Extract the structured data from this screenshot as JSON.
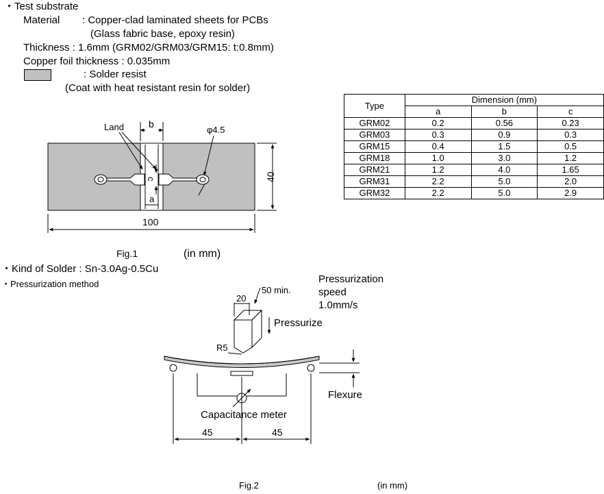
{
  "test_substrate": {
    "heading": "・Test substrate",
    "material_label": "Material",
    "material_value": ": Copper-clad laminated sheets for PCBs",
    "material_note": "(Glass fabric base, epoxy resin)",
    "thickness": "Thickness : 1.6mm (GRM02/GRM03/GRM15: t:0.8mm)",
    "copper_foil": "Copper foil thickness  : 0.035mm",
    "solder_resist_label": ": Solder resist",
    "solder_resist_note": "(Coat with heat resistant resin for solder)"
  },
  "fig1": {
    "land_label": "Land",
    "b_label": "b",
    "phi_label": "φ4.5",
    "c_label": "c",
    "a_label": "a",
    "height_label": "40",
    "width_label": "100",
    "caption": "Fig.1",
    "unit": "(in mm)"
  },
  "table": {
    "type_header": "Type",
    "dimension_header": "Dimension (mm)",
    "cols": [
      "a",
      "b",
      "c"
    ],
    "rows": [
      [
        "GRM02",
        "0.2",
        "0.56",
        "0.23"
      ],
      [
        "GRM03",
        "0.3",
        "0.9",
        "0.3"
      ],
      [
        "GRM15",
        "0.4",
        "1.5",
        "0.5"
      ],
      [
        "GRM18",
        "1.0",
        "3.0",
        "1.2"
      ],
      [
        "GRM21",
        "1.2",
        "4.0",
        "1.65"
      ],
      [
        "GRM31",
        "2.2",
        "5.0",
        "2.0"
      ],
      [
        "GRM32",
        "2.2",
        "5.0",
        "2.9"
      ]
    ]
  },
  "solder": {
    "kind_label": "・Kind of Solder  :  Sn-3.0Ag-0.5Cu",
    "press_method_label": "・Pressurization method"
  },
  "fig2": {
    "speed_line1": "Pressurization",
    "speed_line2": "speed",
    "speed_line3": "1.0mm/s",
    "dim_20": "20",
    "dim_50": "50 min.",
    "pressurize_label": "Pressurize",
    "r5_label": "R5",
    "flexure_label": "Flexure",
    "cap_meter_label": "Capacitance meter",
    "left_45": "45",
    "right_45": "45",
    "caption": "Fig.2",
    "unit": "(in mm)"
  }
}
